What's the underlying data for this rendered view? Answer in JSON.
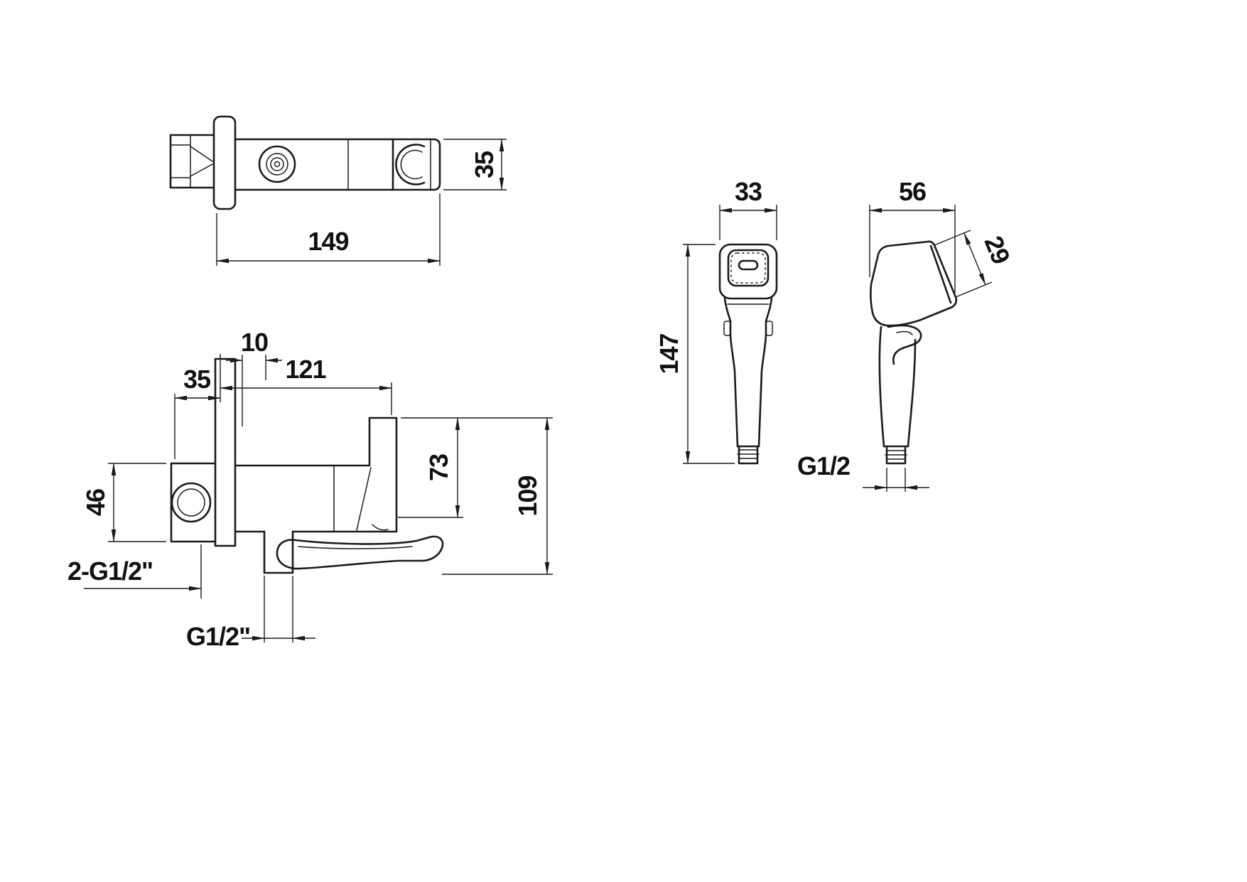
{
  "page": {
    "background": "#ffffff",
    "line_color": "#1a1a1a"
  },
  "views": {
    "mixer_top": {
      "dim_length": "149",
      "dim_height": "35"
    },
    "mixer_front": {
      "dim_offset": "10",
      "dim_reach": "121",
      "dim_plate": "35",
      "dim_valve": "46",
      "dim_spout": "73",
      "dim_total": "109",
      "label_inlets": "2-G1/2\"",
      "label_outlet": "G1/2\""
    },
    "spray_front": {
      "dim_width": "33",
      "dim_height": "147"
    },
    "spray_side": {
      "dim_depth": "56",
      "dim_face": "29",
      "label_thread": "G1/2"
    }
  }
}
